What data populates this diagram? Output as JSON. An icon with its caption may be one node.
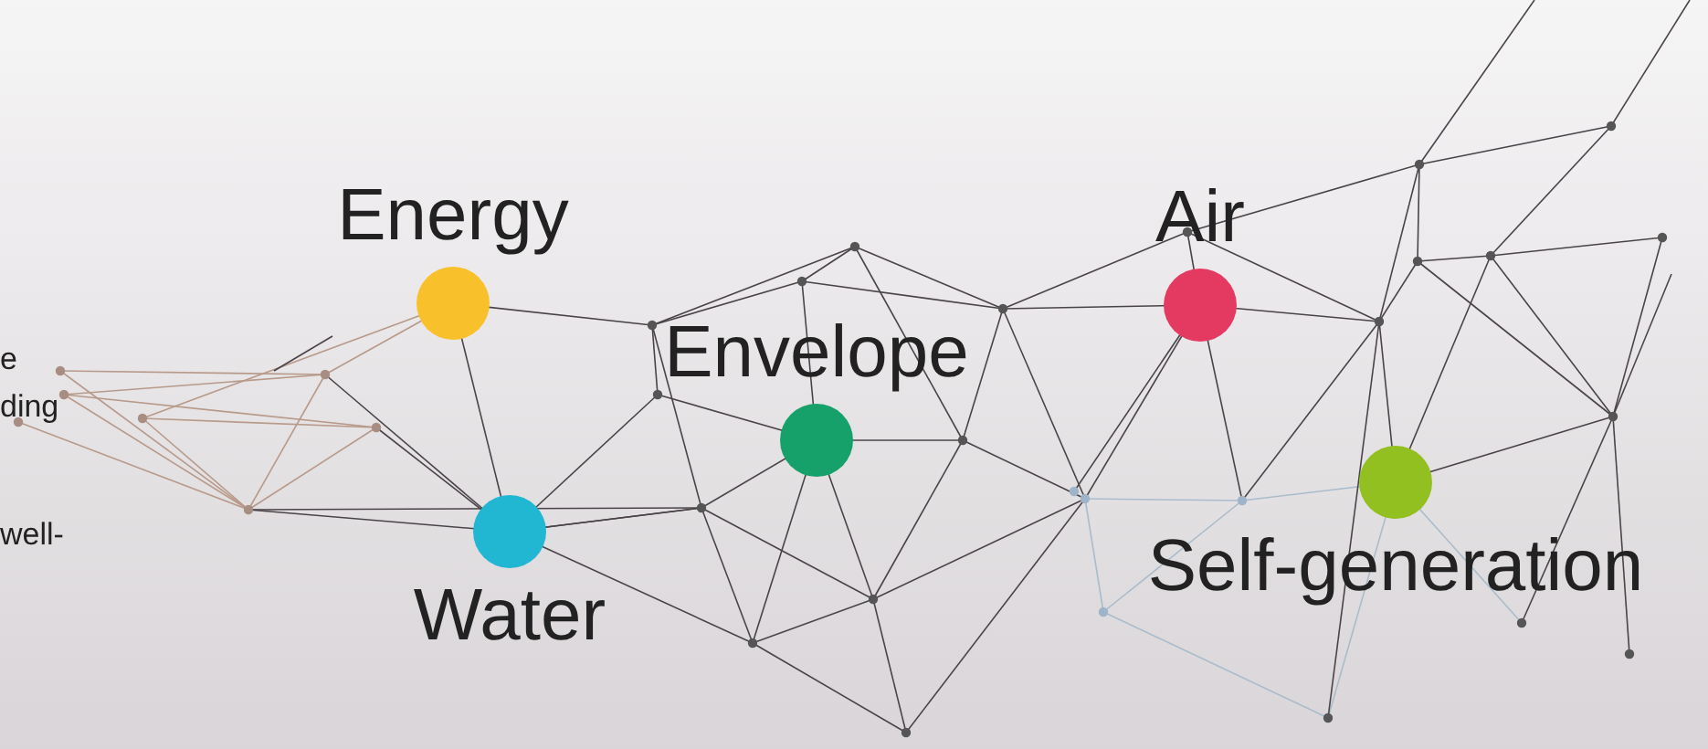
{
  "diagram": {
    "nodes": [
      {
        "text": [
          "Energy"
        ]
      },
      {
        "text": [
          "Envelope"
        ]
      },
      {
        "text": [
          "Air"
        ]
      },
      {
        "text": [
          "Water"
        ]
      },
      {
        "text": [
          "Self-generation"
        ]
      }
    ],
    "labels": [
      "e",
      "ding",
      "well-"
    ]
  }
}
